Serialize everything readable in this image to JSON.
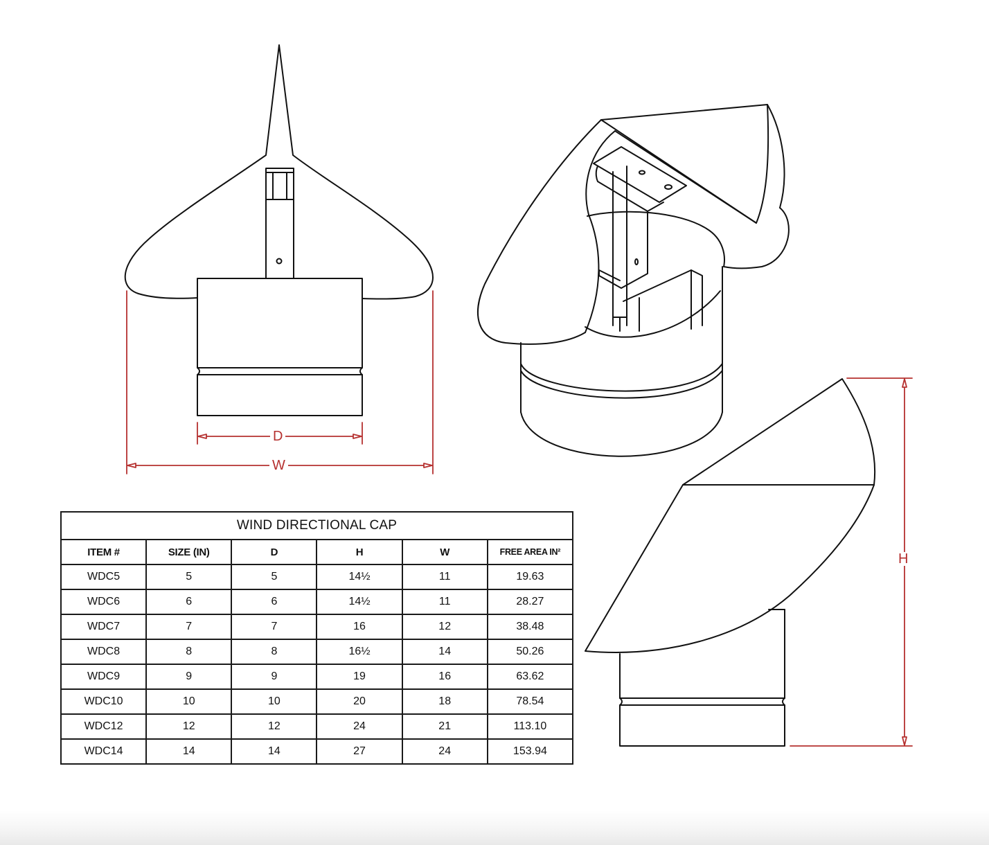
{
  "diagram": {
    "front_view": {
      "dimension_labels": {
        "d": "D",
        "w": "W"
      }
    },
    "side_view": {
      "dimension_labels": {
        "h": "H"
      }
    },
    "dimension_color": "#b5302f",
    "line_color": "#111111"
  },
  "table": {
    "title": "WIND DIRECTIONAL CAP",
    "headers": [
      "ITEM #",
      "SIZE (IN)",
      "D",
      "H",
      "W",
      "FREE AREA IN²"
    ],
    "rows": [
      [
        "WDC5",
        "5",
        "5",
        "14½",
        "11",
        "19.63"
      ],
      [
        "WDC6",
        "6",
        "6",
        "14½",
        "11",
        "28.27"
      ],
      [
        "WDC7",
        "7",
        "7",
        "16",
        "12",
        "38.48"
      ],
      [
        "WDC8",
        "8",
        "8",
        "16½",
        "14",
        "50.26"
      ],
      [
        "WDC9",
        "9",
        "9",
        "19",
        "16",
        "63.62"
      ],
      [
        "WDC10",
        "10",
        "10",
        "20",
        "18",
        "78.54"
      ],
      [
        "WDC12",
        "12",
        "12",
        "24",
        "21",
        "113.10"
      ],
      [
        "WDC14",
        "14",
        "14",
        "27",
        "24",
        "153.94"
      ]
    ]
  }
}
